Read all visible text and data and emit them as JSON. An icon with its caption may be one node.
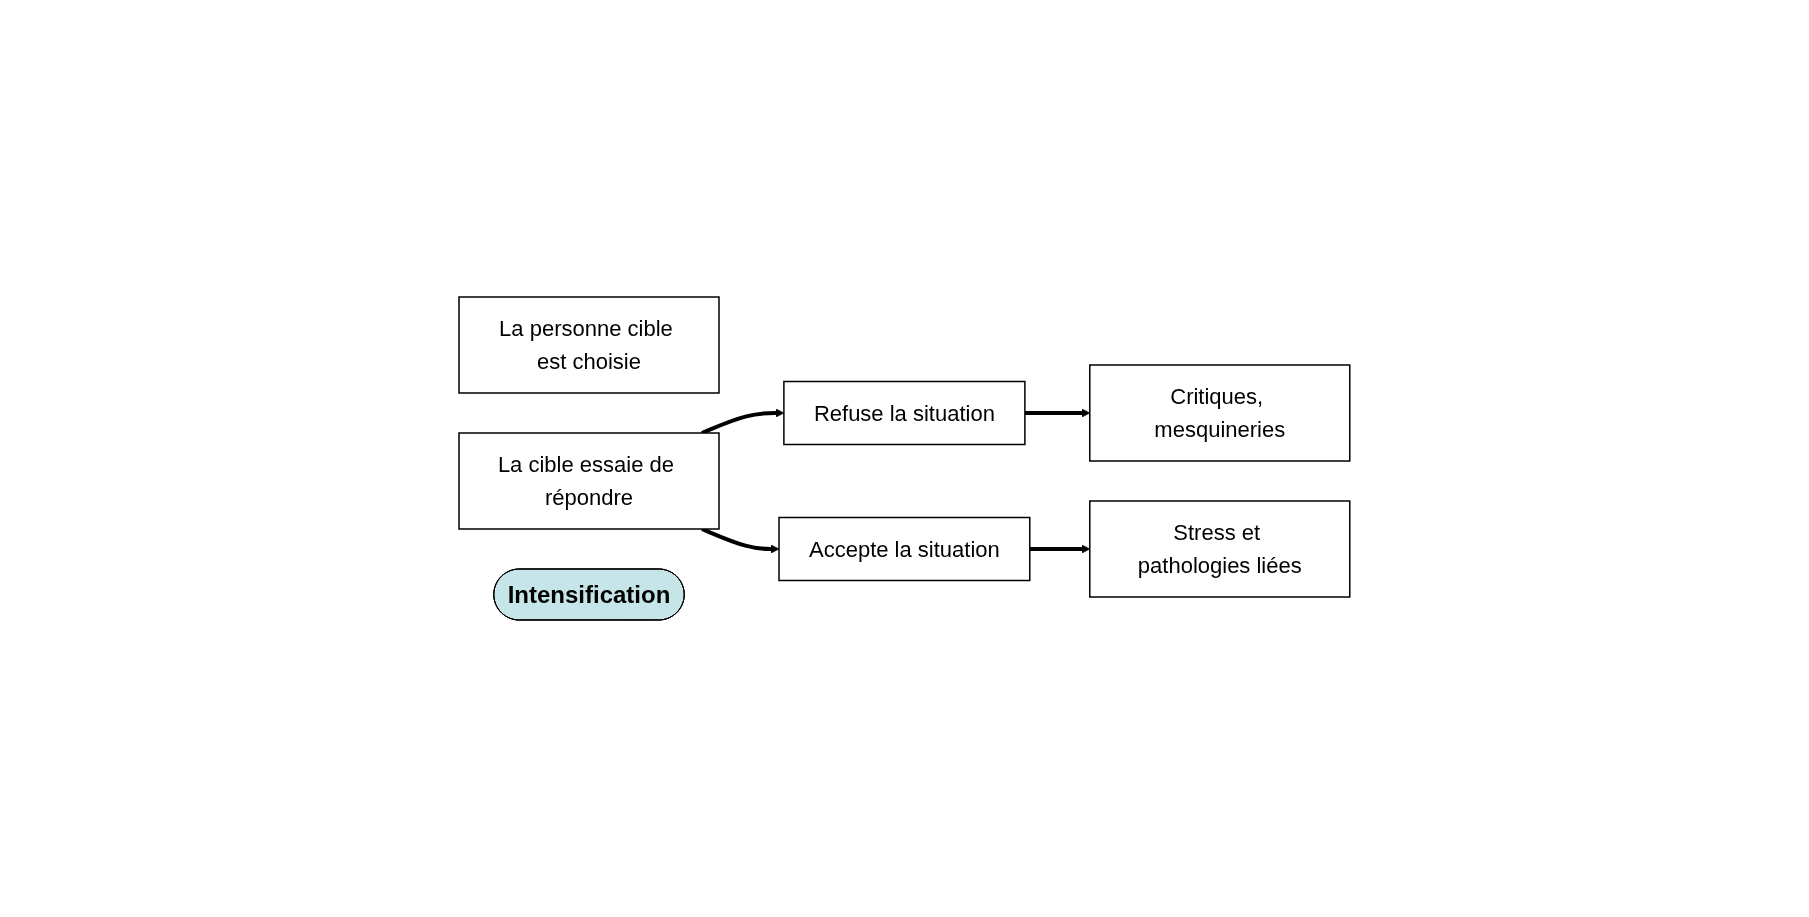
{
  "diagram": {
    "nodes": [
      {
        "text": [
          "La personne cible est choisie"
        ]
      },
      {
        "text": [
          "Critiques, mesquineries"
        ]
      },
      {
        "text": [
          "La cible essaie de répondre"
        ]
      },
      {
        "text": [
          "Intensification"
        ]
      },
      {
        "text": [
          "Refuse la situation"
        ]
      },
      {
        "text": [
          "Accepte la situation"
        ]
      },
      {
        "text": [
          "Stress et pathologies liées"
        ]
      }
    ],
    "edges": [
      {
        "from": 4,
        "to": 1,
        "arrow": "to"
      },
      {
        "from": 2,
        "to": 4,
        "arrow": "to"
      },
      {
        "from": 2,
        "to": 5,
        "arrow": "to"
      },
      {
        "from": 5,
        "to": 6,
        "arrow": "to"
      }
    ]
  }
}
